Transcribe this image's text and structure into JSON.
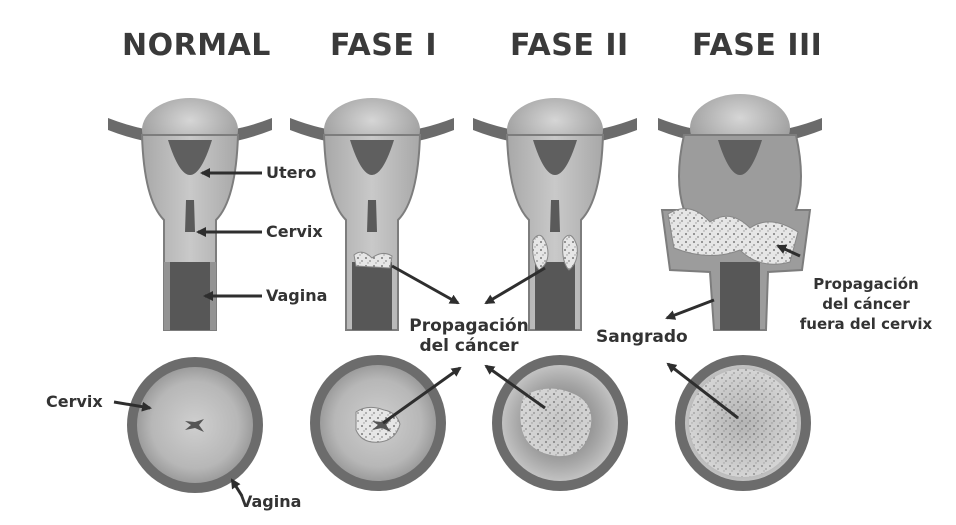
{
  "stages": [
    {
      "key": "normal",
      "title": "NORMAL"
    },
    {
      "key": "fase1",
      "title": "FASE I"
    },
    {
      "key": "fase2",
      "title": "FASE II"
    },
    {
      "key": "fase3",
      "title": "FASE III"
    }
  ],
  "labels": {
    "utero": "Utero",
    "cervix_top": "Cervix",
    "vagina_top": "Vagina",
    "propagacion_line1": "Propagación",
    "propagacion_line2": "del cáncer",
    "sangrado": "Sangrado",
    "fuera_line1": "Propagación",
    "fuera_line2": "del cáncer",
    "fuera_line3": "fuera del cervix",
    "cervix_bottom": "Cervix",
    "vagina_bottom": "Vagina"
  },
  "colors": {
    "tissue_light": "#b9b9b9",
    "tissue_mid": "#8c8c8c",
    "tissue_dark": "#5f5f5f",
    "text": "#333333",
    "tumor": "#e3e3e3"
  }
}
